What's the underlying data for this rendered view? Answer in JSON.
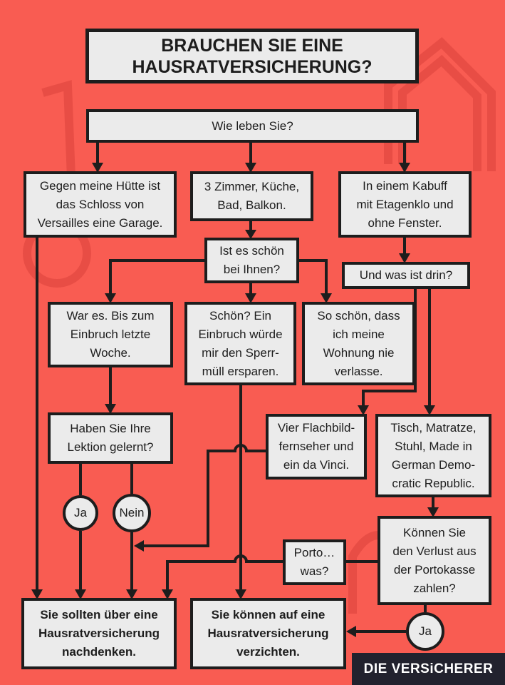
{
  "title": "BRAUCHEN SIE EINE\nHAUSRATVERSICHERUNG?",
  "question_main": "Wie leben Sie?",
  "option_castle": "Gegen meine Hütte ist\ndas Schloss von\nVersailles eine Garage.",
  "option_flat": "3 Zimmer, Küche,\nBad, Balkon.",
  "option_kabuff": "In einem Kabuff\nmit Etagenklo und\nohne Fenster.",
  "question_nice": "Ist es schön\nbei Ihnen?",
  "question_contents": "Und was ist drin?",
  "answer_burglary": "War es. Bis zum\nEinbruch letzte\nWoche.",
  "answer_sperrmuell": "Schön? Ein\nEinbruch würde\nmir den Sperr-\nmüll ersparen.",
  "answer_never_leave": "So schön, dass\nich meine\nWohnung nie\nverlasse.",
  "question_lesson": "Haben Sie Ihre\nLektion gelernt?",
  "answer_tvs": "Vier Flachbild-\nfernseher und\nein da Vinci.",
  "answer_gdr": "Tisch, Matratze,\nStuhl, Made in\nGerman Demo-\ncratic Republic.",
  "yes_1": "Ja",
  "no_1": "Nein",
  "question_portokasse": "Können Sie\nden Verlust aus\nder Portokasse\nzahlen?",
  "answer_porto": "Porto…\nwas?",
  "yes_2": "Ja",
  "result_need": "Sie sollten über eine\nHausratversicherung\nnachdenken.",
  "result_skip": "Sie können auf eine\nHausratversicherung\nverzichten.",
  "brand": "DIE VERSiCHERER",
  "colors": {
    "background": "#f95c52",
    "box": "#ebebeb",
    "line": "#1d1d1d",
    "brand_bg": "#22222e"
  }
}
